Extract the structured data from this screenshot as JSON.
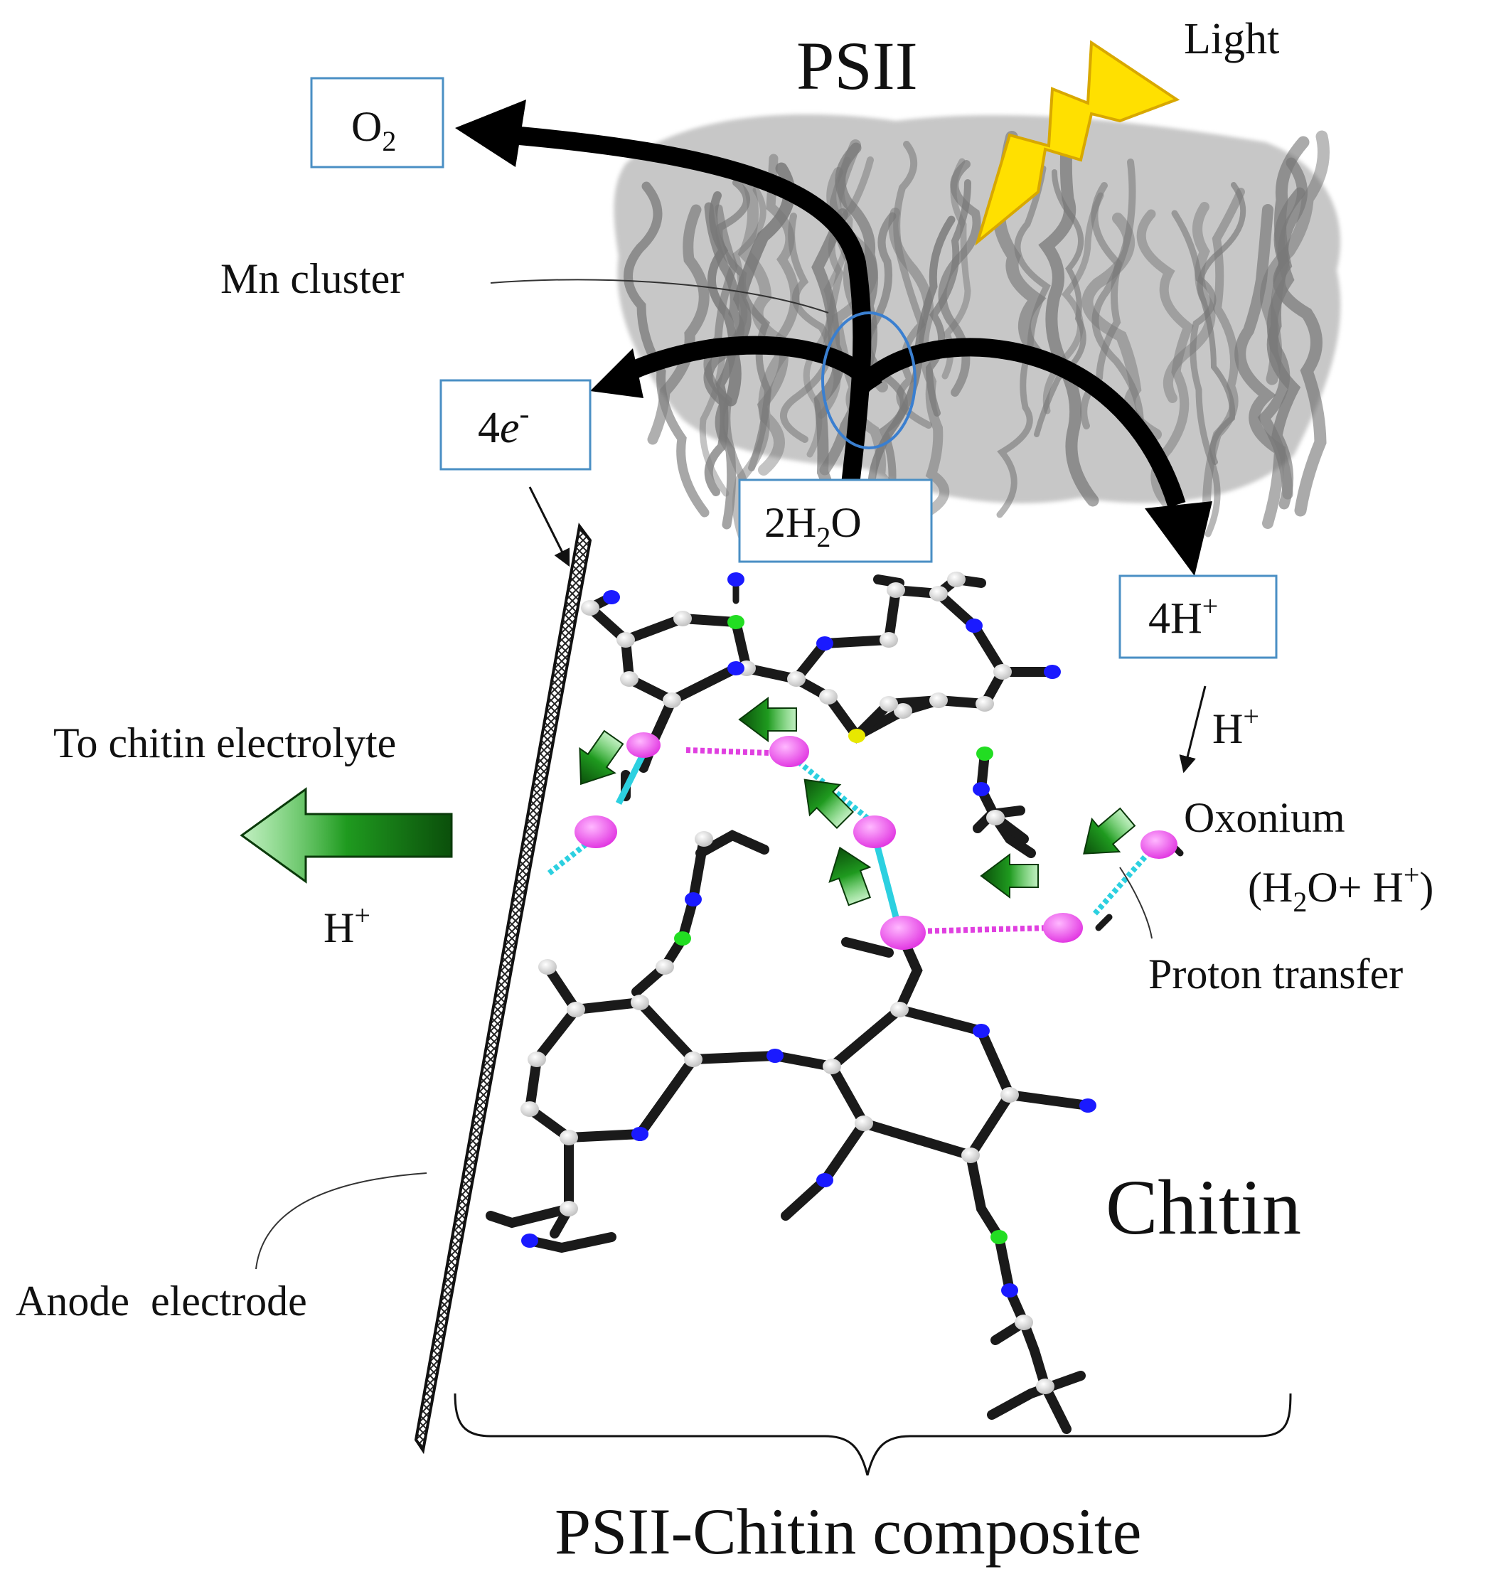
{
  "labels": {
    "psii": "PSII",
    "light": "Light",
    "o2": "O",
    "o2_sub": "2",
    "mn_cluster": "Mn cluster",
    "four_e": "4",
    "four_e_italic": "e",
    "four_e_sup": "-",
    "water_pre": "2H",
    "water_sub": "2",
    "water_post": "O",
    "four_h": "4H",
    "four_h_sup": "+",
    "h_plus_right": "H",
    "h_plus_right_sup": "+",
    "to_chitin": "To chitin electrolyte",
    "h_plus_left": "H",
    "h_plus_left_sup": "+",
    "oxonium": "Oxonium",
    "oxonium_formula_a": "(H",
    "oxonium_formula_sub": "2",
    "oxonium_formula_b": "O+ H",
    "oxonium_formula_sup": "+",
    "oxonium_formula_c": ")",
    "proton_transfer": "Proton transfer",
    "chitin": "Chitin",
    "anode": "Anode  electrode",
    "composite": "PSII-Chitin composite"
  },
  "colors": {
    "box_border": "#4a8fc4",
    "protein": "#7a7a7a",
    "lightning": "#ffe000",
    "arrow_green": "#1f8a1f",
    "oxonium_pink": "#e040e0",
    "hbond_cyan": "#2cd0e0",
    "nitrogen_blue": "#1a1aff",
    "oxygen_green": "#22dd22"
  }
}
